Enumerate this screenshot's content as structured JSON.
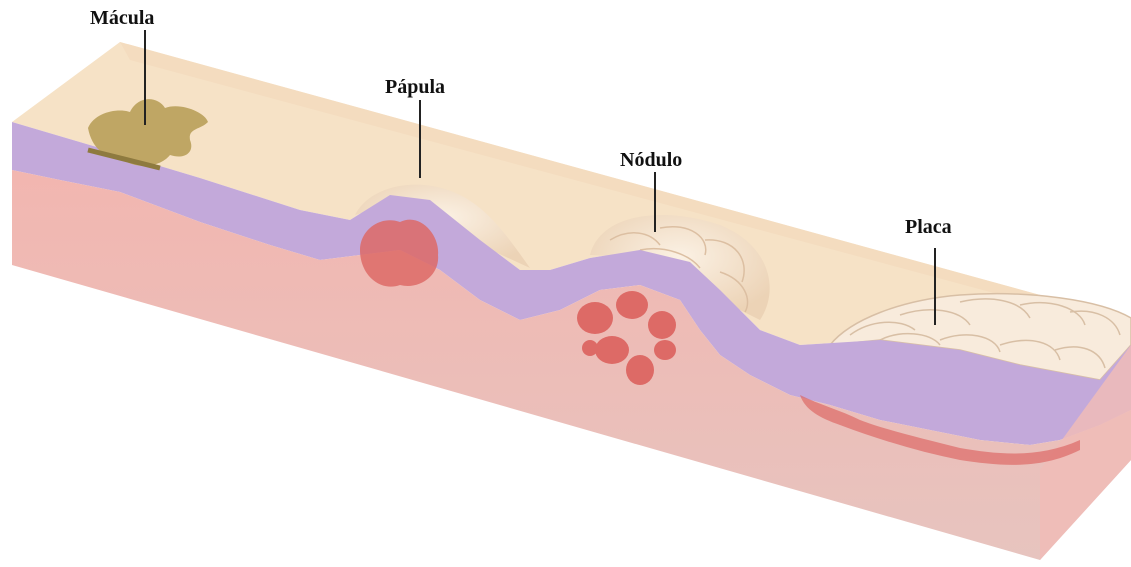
{
  "labels": {
    "macula": "Mácula",
    "papula": "Pápula",
    "nodulo": "Nódulo",
    "placa": "Placa"
  },
  "colors": {
    "surface": "#f6e2c6",
    "epidermis": "#c3a9da",
    "dermis": "#eeb1ad",
    "dermis_deep": "#e9c1bc",
    "macula": "#bfa664",
    "lesion": "#dd6a66",
    "side": "#f0bcb7"
  }
}
